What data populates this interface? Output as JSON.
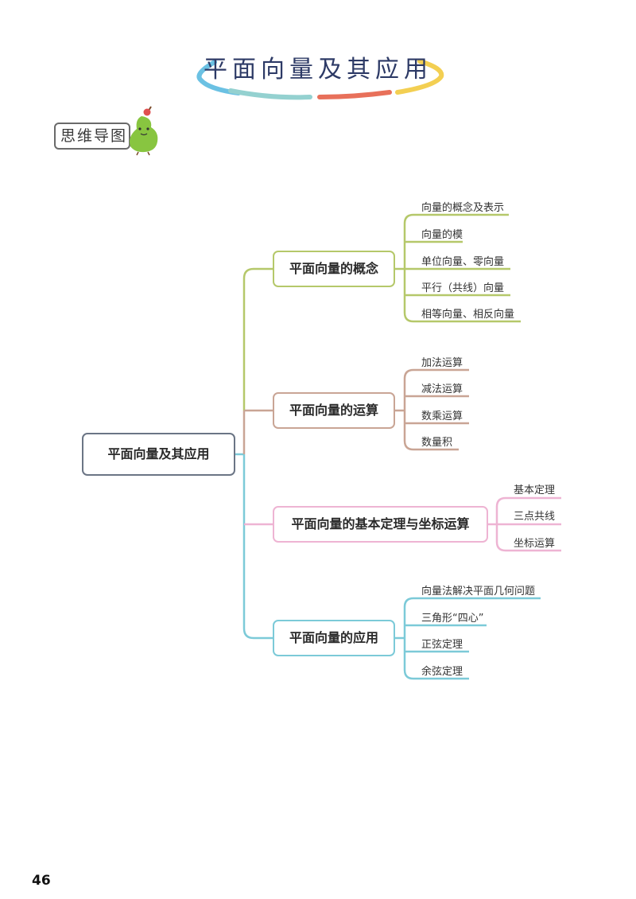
{
  "title": "平面向量及其应用",
  "badge": "思维导图",
  "root": "平面向量及其应用",
  "branches": [
    {
      "label": "平面向量的概念",
      "color": "#b5c86a",
      "leaves": [
        "向量的概念及表示",
        "向量的模",
        "单位向量、零向量",
        "平行（共线）向量",
        "相等向量、相反向量"
      ]
    },
    {
      "label": "平面向量的运算",
      "color": "#c9a595",
      "leaves": [
        "加法运算",
        "减法运算",
        "数乘运算",
        "数量积"
      ]
    },
    {
      "label": "平面向量的基本定理与坐标运算",
      "color": "#eeb4d3",
      "leaves": [
        "基本定理",
        "三点共线",
        "坐标运算"
      ]
    },
    {
      "label": "平面向量的应用",
      "color": "#7ccad8",
      "leaves": [
        "向量法解决平面几何问题",
        "三角形“四心”",
        "正弦定理",
        "余弦定理"
      ]
    }
  ],
  "page_number": "46",
  "colors": {
    "root_border": "#6b7585",
    "title_text": "#2d3a66"
  }
}
